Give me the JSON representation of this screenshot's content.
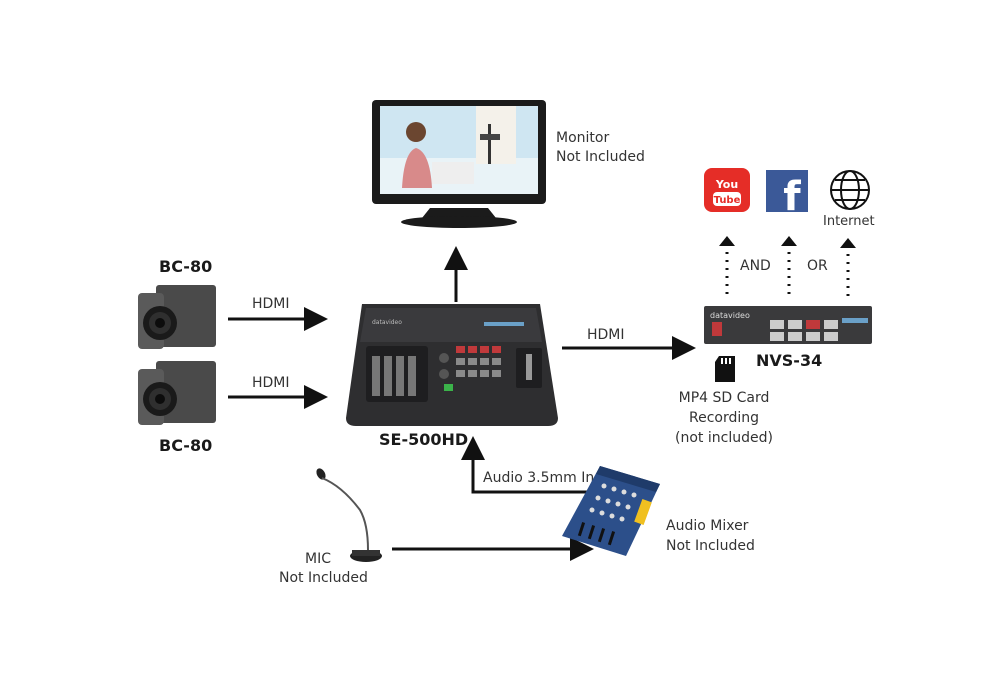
{
  "devices": {
    "camera_top": "BC-80",
    "camera_bottom": "BC-80",
    "switcher": "SE-500HD",
    "streamer": "NVS-34"
  },
  "monitor": {
    "line1": "Monitor",
    "line2": "Not Included"
  },
  "connections": {
    "hdmi_cam_top": "HDMI",
    "hdmi_cam_bottom": "HDMI",
    "hdmi_to_streamer": "HDMI",
    "audio_in": "Audio 3.5mm In"
  },
  "destinations": {
    "and": "AND",
    "or": "OR",
    "internet": "Internet"
  },
  "logos": {
    "youtube": "You Tube",
    "facebook": "f",
    "streamer_brand": "datavideo",
    "switcher_brand": "datavideo"
  },
  "sd_card": {
    "line1": "MP4 SD Card",
    "line2": "Recording",
    "line3": "(not included)"
  },
  "mixer": {
    "line1": "Audio Mixer",
    "line2": "Not Included"
  },
  "mic": {
    "line1": "MIC",
    "line2": "Not Included"
  },
  "colors": {
    "youtube": "#e52d27",
    "facebook": "#3b5998",
    "arrow": "#111111"
  }
}
